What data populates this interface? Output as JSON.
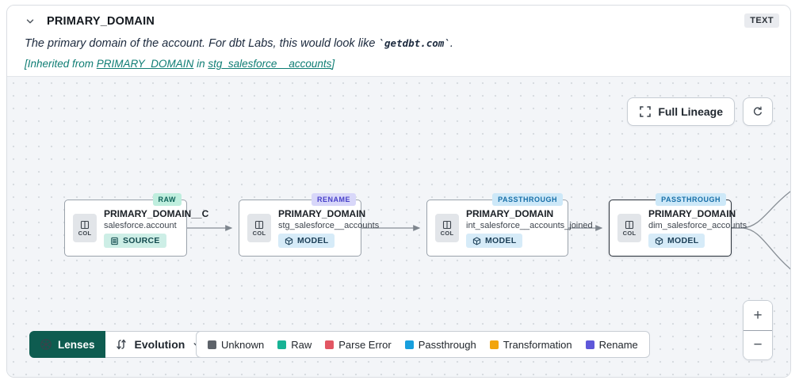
{
  "header": {
    "title": "PRIMARY_DOMAIN",
    "type_badge": "TEXT",
    "description_prefix": "The primary domain of the account. For dbt Labs, this would look like ",
    "description_code": "`getdbt.com`",
    "description_suffix": ".",
    "inherited_prefix": "[Inherited from ",
    "inherited_column_link": "PRIMARY_DOMAIN",
    "inherited_middle": " in ",
    "inherited_model_link": "stg_salesforce__accounts",
    "inherited_suffix": "]"
  },
  "toolbar": {
    "full_lineage_label": "Full Lineage"
  },
  "nodes": [
    {
      "title": "PRIMARY_DOMAIN__C",
      "subtitle": "salesforce.account",
      "resource_label": "SOURCE",
      "state_badge": "RAW",
      "col_label": "COL"
    },
    {
      "title": "PRIMARY_DOMAIN",
      "subtitle": "stg_salesforce__accounts",
      "resource_label": "MODEL",
      "state_badge": "RENAME",
      "col_label": "COL"
    },
    {
      "title": "PRIMARY_DOMAIN",
      "subtitle": "int_salesforce__accounts_joined",
      "resource_label": "MODEL",
      "state_badge": "PASSTHROUGH",
      "col_label": "COL"
    },
    {
      "title": "PRIMARY_DOMAIN",
      "subtitle": "dim_salesforce_accounts",
      "resource_label": "MODEL",
      "state_badge": "PASSTHROUGH",
      "col_label": "COL"
    }
  ],
  "footer": {
    "lenses_label": "Lenses",
    "lens_selected": "Evolution",
    "legend": [
      {
        "label": "Unknown",
        "color": "#5d6269"
      },
      {
        "label": "Raw",
        "color": "#18b395"
      },
      {
        "label": "Parse Error",
        "color": "#e25663"
      },
      {
        "label": "Passthrough",
        "color": "#189fdd"
      },
      {
        "label": "Transformation",
        "color": "#f2a50c"
      },
      {
        "label": "Rename",
        "color": "#5e57d9"
      }
    ],
    "zoom_in": "+",
    "zoom_out": "−"
  },
  "colors": {
    "brand_green": "#0e5c50",
    "link_teal": "#0f7d74",
    "raw_badge_bg": "#bfeede",
    "rename_badge_bg": "#d8d7f9",
    "passthrough_badge_bg": "#cde8f8",
    "canvas_bg": "#f3f5f8"
  }
}
